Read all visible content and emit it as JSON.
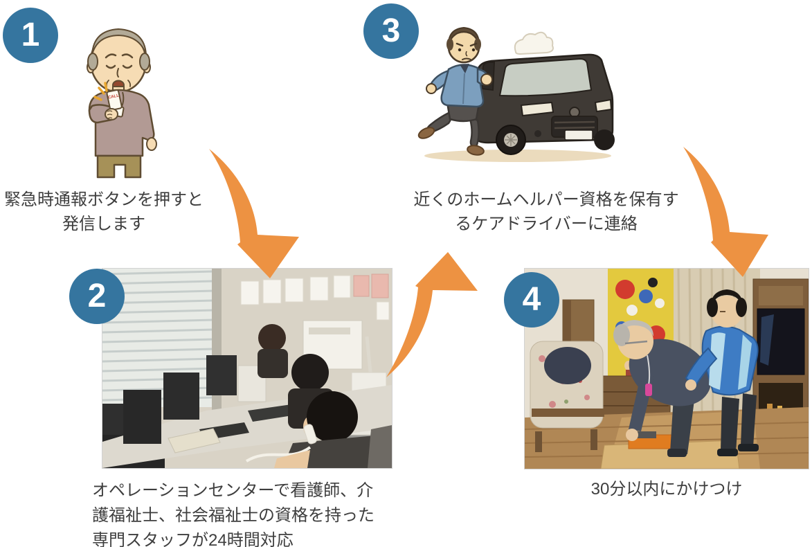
{
  "colors": {
    "accent_blue": "#35759F",
    "arrow_orange": "#ED9242",
    "text_color": "#3E3E3E",
    "background": "#FFFFFF"
  },
  "device_label": "CALL",
  "steps": [
    {
      "number": "1",
      "visual": "elderly-man-pressing-emergency-call-button-illustration",
      "caption_lines": [
        "緊急時通報ボタンを押すと",
        "発信します"
      ]
    },
    {
      "number": "2",
      "visual": "operation-center-staff-answering-phones-photo",
      "caption_lines": [
        "オペレーションセンターで看護師、介",
        "護福祉士、社会福祉士の資格を持った",
        "専門スタッフが24時間対応"
      ]
    },
    {
      "number": "3",
      "visual": "care-driver-running-to-van-illustration",
      "caption_lines": [
        "近くのホームヘルパー資格を保有す",
        "るケアドライバーに連絡"
      ]
    },
    {
      "number": "4",
      "visual": "caregiver-helping-elderly-man-at-home-photo",
      "caption_lines": [
        "30分以内にかけつけ"
      ]
    }
  ],
  "arrows": [
    {
      "name": "arrow-step1-to-step2",
      "direction": "down-right"
    },
    {
      "name": "arrow-step2-to-step3",
      "direction": "up-right"
    },
    {
      "name": "arrow-step3-to-step4",
      "direction": "down-right"
    }
  ]
}
